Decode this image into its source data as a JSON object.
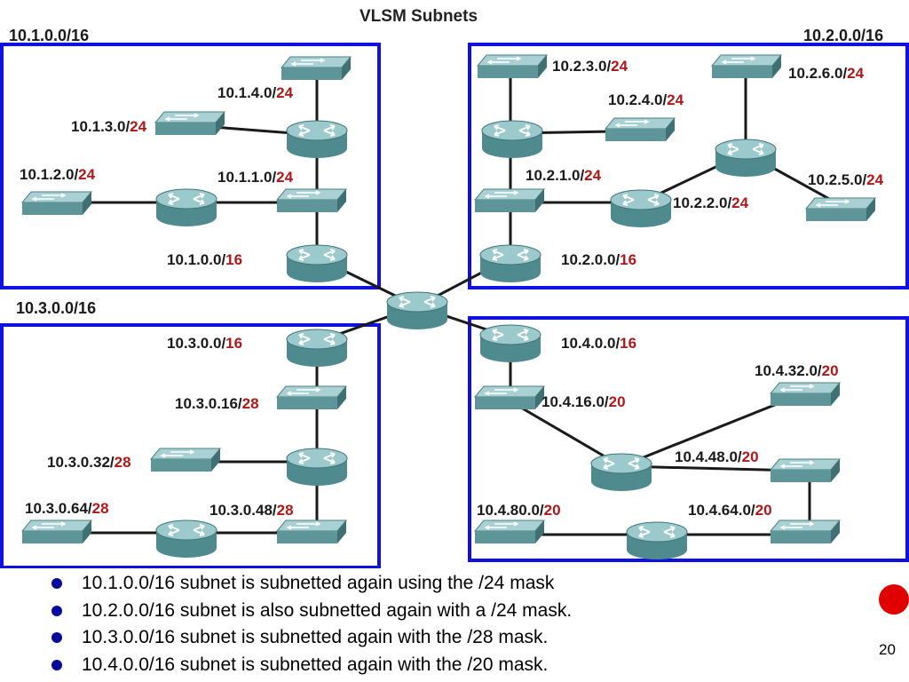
{
  "title": "VLSM Subnets",
  "colors": {
    "box": "#1010e0",
    "mask": "#b01818",
    "bullet": "#0a0a9a",
    "red_dot": "#e00000"
  },
  "major_networks": [
    {
      "id": "n1",
      "label": "10.1.0.0/16"
    },
    {
      "id": "n2",
      "label": "10.2.0.0/16"
    },
    {
      "id": "n3",
      "label": "10.3.0.0/16"
    },
    {
      "id": "n4",
      "label": "10.4.0.0/16"
    }
  ],
  "subnets": [
    {
      "id": "s1_4",
      "net": "10.1.4.0/",
      "mask": "24"
    },
    {
      "id": "s1_3",
      "net": "10.1.3.0/",
      "mask": "24"
    },
    {
      "id": "s1_2",
      "net": "10.1.2.0/",
      "mask": "24"
    },
    {
      "id": "s1_1",
      "net": "10.1.1.0/",
      "mask": "24"
    },
    {
      "id": "s1_0",
      "net": "10.1.0.0/",
      "mask": "16"
    },
    {
      "id": "s2_3",
      "net": "10.2.3.0/",
      "mask": "24"
    },
    {
      "id": "s2_6",
      "net": "10.2.6.0/",
      "mask": "24"
    },
    {
      "id": "s2_4",
      "net": "10.2.4.0/",
      "mask": "24"
    },
    {
      "id": "s2_1",
      "net": "10.2.1.0/",
      "mask": "24"
    },
    {
      "id": "s2_5",
      "net": "10.2.5.0/",
      "mask": "24"
    },
    {
      "id": "s2_2",
      "net": "10.2.2.0/",
      "mask": "24"
    },
    {
      "id": "s2_0",
      "net": "10.2.0.0/",
      "mask": "16"
    },
    {
      "id": "s3_0",
      "net": "10.3.0.0/",
      "mask": "16"
    },
    {
      "id": "s3_16",
      "net": "10.3.0.16/",
      "mask": "28"
    },
    {
      "id": "s3_32",
      "net": "10.3.0.32/",
      "mask": "28"
    },
    {
      "id": "s3_64",
      "net": "10.3.0.64/",
      "mask": "28"
    },
    {
      "id": "s3_48",
      "net": "10.3.0.48/",
      "mask": "28"
    },
    {
      "id": "s4_0",
      "net": "10.4.0.0/",
      "mask": "16"
    },
    {
      "id": "s4_16",
      "net": "10.4.16.0/",
      "mask": "20"
    },
    {
      "id": "s4_32",
      "net": "10.4.32.0/",
      "mask": "20"
    },
    {
      "id": "s4_48",
      "net": "10.4.48.0/",
      "mask": "20"
    },
    {
      "id": "s4_80",
      "net": "10.4.80.0/",
      "mask": "20"
    },
    {
      "id": "s4_64",
      "net": "10.4.64.0/",
      "mask": "20"
    }
  ],
  "bullets": [
    "10.1.0.0/16 subnet is subnetted again using the /24 mask",
    "10.2.0.0/16 subnet is also subnetted again with a /24 mask.",
    "10.3.0.0/16 subnet is subnetted again with the /28 mask.",
    "10.4.0.0/16 subnet is subnetted again with the /20 mask."
  ],
  "page_number": "20"
}
